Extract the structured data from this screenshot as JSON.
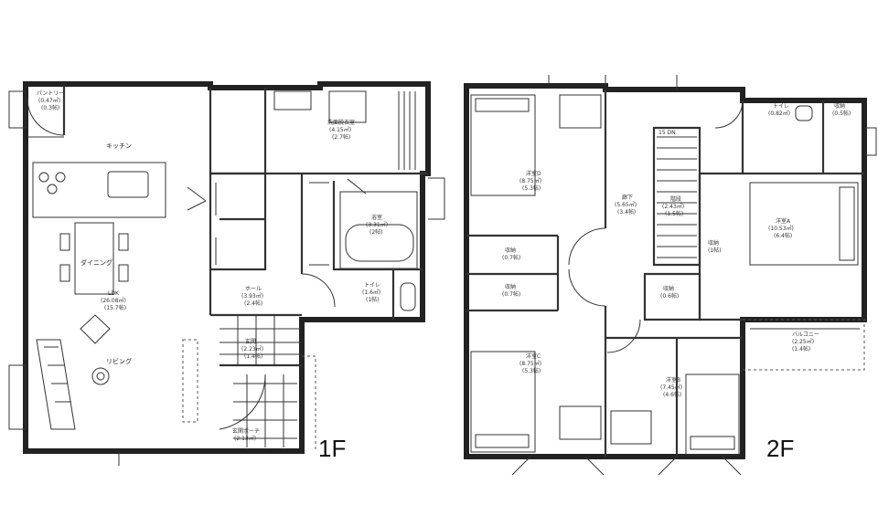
{
  "floors": {
    "first": {
      "label": "1F",
      "rooms": {
        "pantry": {
          "name": "パントリー",
          "area": "(0.47㎡)",
          "tatami": "(0.3帖)"
        },
        "kitchen": {
          "name": "キッチン"
        },
        "dining": {
          "name": "ダイニング"
        },
        "ldk": {
          "name": "LDK",
          "area": "(26.08㎡)",
          "tatami": "(15.7帖)"
        },
        "living": {
          "name": "リビング"
        },
        "hall": {
          "name": "ホール",
          "area": "(3.93㎡)",
          "tatami": "(2.4帖)"
        },
        "bath": {
          "name": "浴室",
          "area": "(3.31㎡)",
          "tatami": "(2帖)"
        },
        "toilet": {
          "name": "トイレ",
          "area": "(1.6㎡)",
          "tatami": "(1帖)"
        },
        "washroom": {
          "name": "洗面脱衣室",
          "area": "(4.15㎡)",
          "tatami": "(2.7帖)"
        },
        "entrance": {
          "name": "玄関",
          "area": "(2.23㎡)",
          "tatami": "(1.4帖)"
        },
        "porch": {
          "name": "玄関ポーチ",
          "area": "(2.13㎡)"
        }
      }
    },
    "second": {
      "label": "2F",
      "rooms": {
        "western_d": {
          "name": "洋室D",
          "area": "(8.75㎡)",
          "tatami": "(5.3帖)"
        },
        "western_c": {
          "name": "洋室C",
          "area": "(8.75㎡)",
          "tatami": "(5.3帖)"
        },
        "western_b": {
          "name": "洋室B",
          "area": "(7.45㎡)",
          "tatami": "(4.6帖)"
        },
        "western_a": {
          "name": "洋室A",
          "area": "(10.53㎡)",
          "tatami": "(6.4帖)"
        },
        "corridor": {
          "name": "廊下",
          "area": "(5.65㎡)",
          "tatami": "(3.4帖)"
        },
        "stairs": {
          "name": "階段",
          "area": "(2.43㎡)",
          "tatami": "(1.5帖)",
          "steps": "15 DN"
        },
        "toilet2": {
          "name": "トイレ",
          "area": "(0.82㎡)"
        },
        "closet_d": {
          "name": "収納",
          "area": "(0.7帖)"
        },
        "closet_c": {
          "name": "収納",
          "area": "(0.7帖)"
        },
        "closet_a": {
          "name": "収納",
          "area": "(1帖)"
        },
        "closet_b": {
          "name": "収納",
          "area": "(0.6帖)"
        },
        "storage": {
          "name": "収納",
          "area": "(0.5帖)"
        },
        "balcony": {
          "name": "バルコニー",
          "area": "(2.25㎡)",
          "tatami": "(1.4帖)"
        }
      }
    }
  }
}
